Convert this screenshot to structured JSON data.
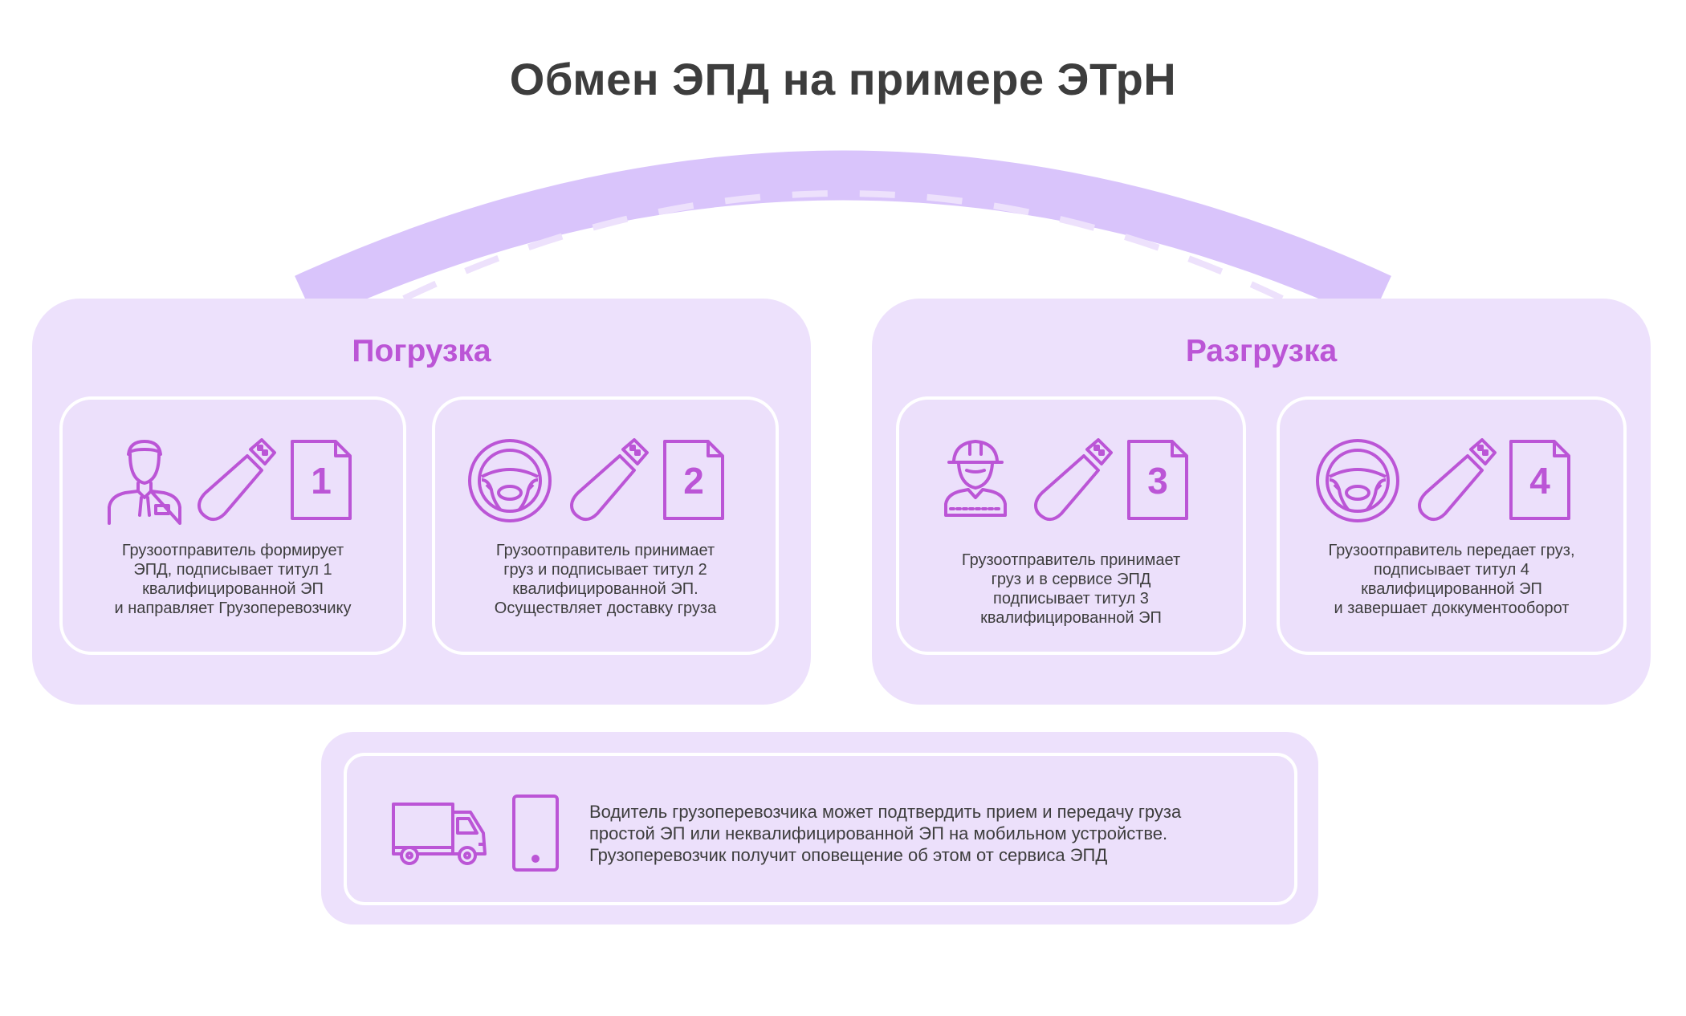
{
  "title": "Обмен ЭПД на примере ЭТрН",
  "colors": {
    "accent": "#bb55d6",
    "panel_bg": "#ede1fc",
    "road": "#d9c4fb",
    "text": "#3d3d3d"
  },
  "loading": {
    "title": "Погрузка",
    "cards": [
      {
        "step": "1",
        "person_icon": "office-worker-icon",
        "description": "Грузоотправитель формирует\nЭПД, подписывает титул 1\nквалифицированной ЭП\nи направляет Грузоперевозчику"
      },
      {
        "step": "2",
        "person_icon": "steering-wheel-icon",
        "description": "Грузоотправитель принимает\nгруз и подписывает титул 2\nквалифицированной ЭП.\nОсуществляет доставку груза"
      }
    ]
  },
  "unloading": {
    "title": "Разгрузка",
    "cards": [
      {
        "step": "3",
        "person_icon": "construction-worker-icon",
        "description": "Грузоотправитель принимает\nгруз и в сервисе ЭПД\nподписывает титул 3\nквалифицированной ЭП"
      },
      {
        "step": "4",
        "person_icon": "steering-wheel-icon",
        "description": "Грузоотправитель передает груз,\nподписывает титул 4\nквалифицированной ЭП\nи завершает доккументооборот"
      }
    ]
  },
  "mobile": {
    "icons": [
      "truck-icon",
      "smartphone-icon"
    ],
    "text": "Водитель грузоперевозчика может подтвердить прием и передачу груза\nпростой ЭП или неквалифицированной ЭП на мобильном устройстве.\nГрузоперевозчик получит оповещение об этом от сервиса ЭПД"
  }
}
